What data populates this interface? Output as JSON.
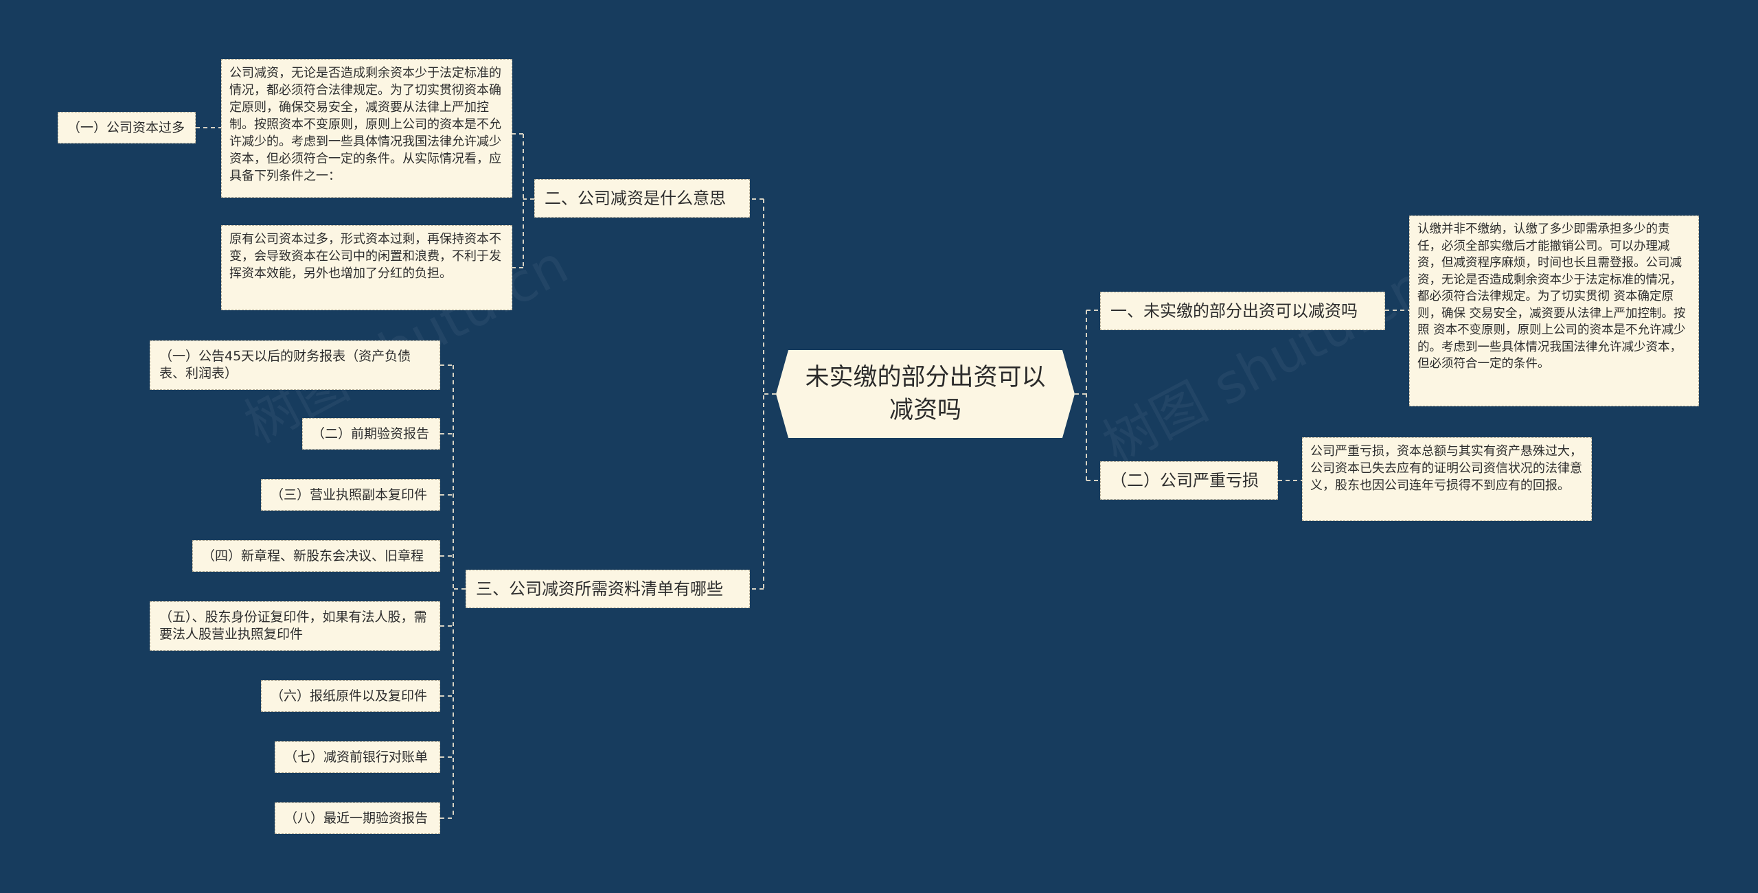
{
  "watermark": "树图 shutu.cn",
  "root": {
    "label": "未实缴的部分出资可以减资吗"
  },
  "branches": {
    "b1": {
      "label": "一、未实缴的部分出资可以减资吗",
      "detail": "认缴并非不缴纳，认缴了多少即需承担多少的责任，必须全部实缴后才能撤销公司。可以办理减资，但减资程序麻烦，时间也长且需登报。公司减资，无论是否造成剩余资本少于法定标准的情况，都必须符合法律规定。为了切实贯彻 资本确定原则，确保 交易安全，减资要从法律上严加控制。按照 资本不变原则，原则上公司的资本是不允许减少的。考虑到一些具体情况我国法律允许减少资本，但必须符合一定的条件。"
    },
    "b2": {
      "label": "（二）公司严重亏损",
      "detail": "公司严重亏损，资本总额与其实有资产悬殊过大，公司资本已失去应有的证明公司资信状况的法律意义，股东也因公司连年亏损得不到应有的回报。"
    },
    "b3": {
      "label": "二、公司减资是什么意思",
      "detail_top": "公司减资，无论是否造成剩余资本少于法定标准的情况，都必须符合法律规定。为了切实贯彻资本确定原则，确保交易安全，减资要从法律上严加控制。按照资本不变原则，原则上公司的资本是不允许减少的。考虑到一些具体情况我国法律允许减少资本，但必须符合一定的条件。从实际情况看，应具备下列条件之一：",
      "sub_label": "（一）公司资本过多",
      "detail_bottom": "原有公司资本过多，形式资本过剩，再保持资本不变，会导致资本在公司中的闲置和浪费，不利于发挥资本效能，另外也增加了分红的负担。"
    },
    "b4": {
      "label": "三、公司减资所需资料清单有哪些",
      "items": [
        "（一）公告45天以后的财务报表（资产负债表、利润表）",
        "（二）前期验资报告",
        "（三）营业执照副本复印件",
        "（四）新章程、新股东会决议、旧章程",
        "（五）、股东身份证复印件，如果有法人股，需要法人股营业执照复印件",
        "（六）报纸原件以及复印件",
        "（七）减资前银行对账单",
        "（八）最近一期验资报告"
      ]
    }
  },
  "colors": {
    "background": "#173c5e",
    "node": "#fcf6e3",
    "line": "#d8d3c4"
  }
}
